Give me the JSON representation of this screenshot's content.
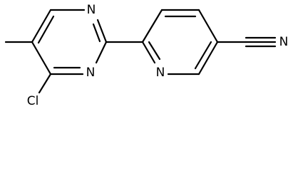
{
  "molecule": {
    "atoms": {
      "n_pyrimidine_top": "N",
      "n_pyrimidine_bottom": "N",
      "n_pyridine": "N",
      "n_nitrile": "N",
      "cl": "Cl"
    }
  }
}
